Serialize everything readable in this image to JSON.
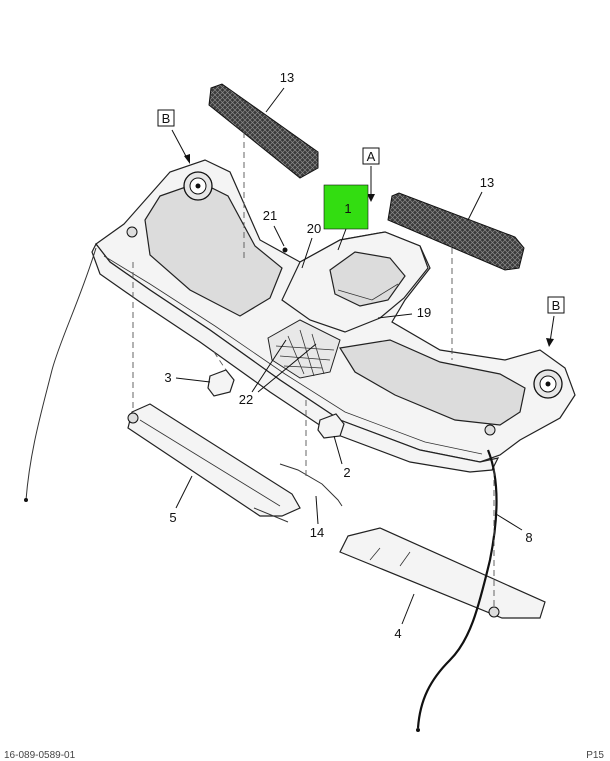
{
  "callouts": {
    "c1": "1",
    "c2": "2",
    "c3": "3",
    "c4": "4",
    "c5": "5",
    "c8": "8",
    "c13a": "13",
    "c13b": "13",
    "c14": "14",
    "c19": "19",
    "c20": "20",
    "c21": "21",
    "c22": "22"
  },
  "view_labels": {
    "b_left": "B",
    "a_top": "A",
    "b_right": "B"
  },
  "highlight_color": "#33dd11",
  "footer": {
    "left": "16-089-0589-01",
    "right": "P15"
  }
}
